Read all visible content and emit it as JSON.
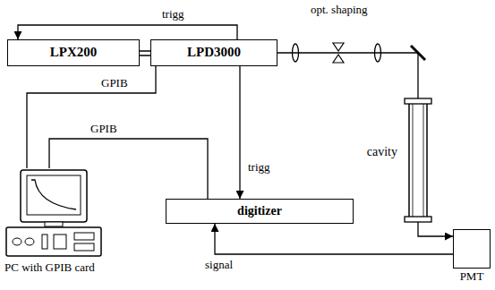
{
  "diagram": {
    "nodes": [
      {
        "text": [
          "LPX200"
        ]
      },
      {
        "text": [
          "LPD3000"
        ]
      },
      {
        "text": [
          "cavity"
        ]
      },
      {
        "text": [
          "PC with GPIB card"
        ]
      },
      {
        "text": [
          "digitizer"
        ]
      },
      {
        "text": [
          "PMT"
        ]
      }
    ],
    "edges": [
      {
        "from": 1,
        "to": 0,
        "label": "trigg",
        "arrow": "to"
      },
      {
        "from": 0,
        "to": 1,
        "arrow": "none"
      },
      {
        "from": 1,
        "to": 3,
        "label": "GPIB",
        "arrow": "none"
      },
      {
        "from": 3,
        "to": 4,
        "label": "GPIB",
        "arrow": "none"
      },
      {
        "from": 1,
        "to": 4,
        "label": "trigg",
        "arrow": "to"
      },
      {
        "from": 5,
        "to": 4,
        "label": "signal",
        "arrow": "to"
      },
      {
        "from": 1,
        "to": 2,
        "arrow": "none"
      },
      {
        "from": 2,
        "to": 5,
        "arrow": "to"
      }
    ],
    "labels": [
      "opt. shaping"
    ]
  }
}
